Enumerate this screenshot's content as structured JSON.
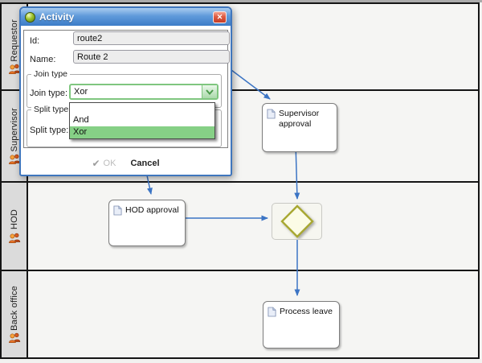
{
  "lanes": [
    {
      "label": "Requestor"
    },
    {
      "label": "Supervisor"
    },
    {
      "label": "HOD"
    },
    {
      "label": "Back office"
    }
  ],
  "nodes": {
    "supervisor": {
      "label": "Supervisor approval"
    },
    "hod": {
      "label": "HOD approval"
    },
    "process": {
      "label": "Process leave"
    }
  },
  "dialog": {
    "title": "Activity",
    "id_label": "Id:",
    "id_value": "route2",
    "name_label": "Name:",
    "name_value": "Route 2",
    "join": {
      "legend": "Join type",
      "label": "Join type:",
      "value": "Xor"
    },
    "split": {
      "legend": "Split type",
      "label": "Split type:"
    },
    "dropdown": {
      "options": [
        "",
        "And",
        "Xor"
      ],
      "selected": "Xor"
    },
    "ok_label": "OK",
    "cancel_label": "Cancel"
  },
  "icons": {
    "close": "✕",
    "ok_check": "✔"
  },
  "colors": {
    "title_blue": "#3c7cc8",
    "arrow_blue": "#3b74c4",
    "combo_green": "#7fc67f",
    "select_green": "#86d086",
    "gateway_fill": "#fcfce6",
    "gateway_border": "#a8a832",
    "lane_header": "#dbdbdb"
  }
}
